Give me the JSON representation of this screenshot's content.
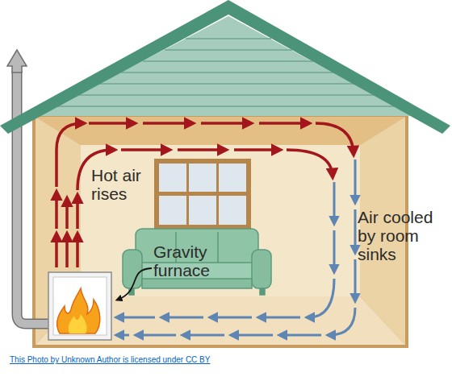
{
  "diagram": {
    "caption": "This Photo by Unknown Author is licensed under CC BY",
    "labels": [
      "Hot air rises",
      "Air cooled by room sinks",
      "Gravity furnace"
    ]
  }
}
